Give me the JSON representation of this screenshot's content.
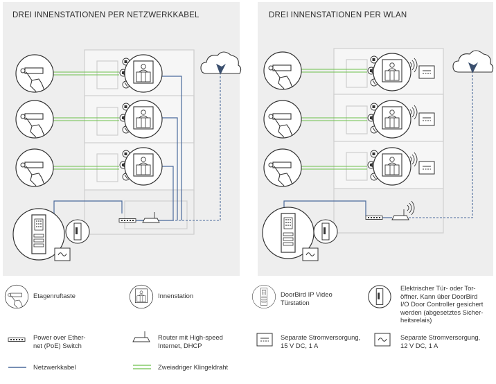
{
  "panels": {
    "left_title": "DREI INNENSTATIONEN PER NETZWERKKABEL",
    "right_title": "DREI INNENSTATIONEN PER WLAN"
  },
  "legend": {
    "floor_button": "Etagenruftaste",
    "indoor_station": "Innenstation",
    "doorbird_line1": "DoorBird IP Video",
    "doorbird_line2": "Türstation",
    "opener_line1": "Elektrischer Tür- oder Tor-",
    "opener_line2": "öffner. Kann über DoorBird",
    "opener_line3": "I/O Door Controller gesichert",
    "opener_line4": "werden (abgesetztes Sicher-",
    "opener_line5": "heitsrelais)",
    "poe_line1": "Power over Ether-",
    "poe_line2": "net (PoE) Switch",
    "router_line1": "Router mit High-speed",
    "router_line2": "Internet, DHCP",
    "psu15_line1": "Separate Stromversorgung,",
    "psu15_line2": "15 V DC, 1 A",
    "psu12_line1": "Separate Stromversorgung,",
    "psu12_line2": "12 V DC, 1 A",
    "network_cable": "Netzwerkkabel",
    "bell_wire": "Zweiadriger Klingeldraht"
  },
  "colors": {
    "panel_bg": "#eeeeee",
    "network_cable": "#4a6a9c",
    "bell_wire": "#6cc04a",
    "building": "#d6d6d6",
    "icon_stroke": "#333333"
  },
  "icons": [
    "floor-button-icon",
    "indoor-station-icon",
    "doorbird-icon",
    "door-opener-icon",
    "poe-switch-icon",
    "router-icon",
    "psu-15v-icon",
    "psu-12v-icon",
    "cloud-icon",
    "wifi-icon"
  ]
}
